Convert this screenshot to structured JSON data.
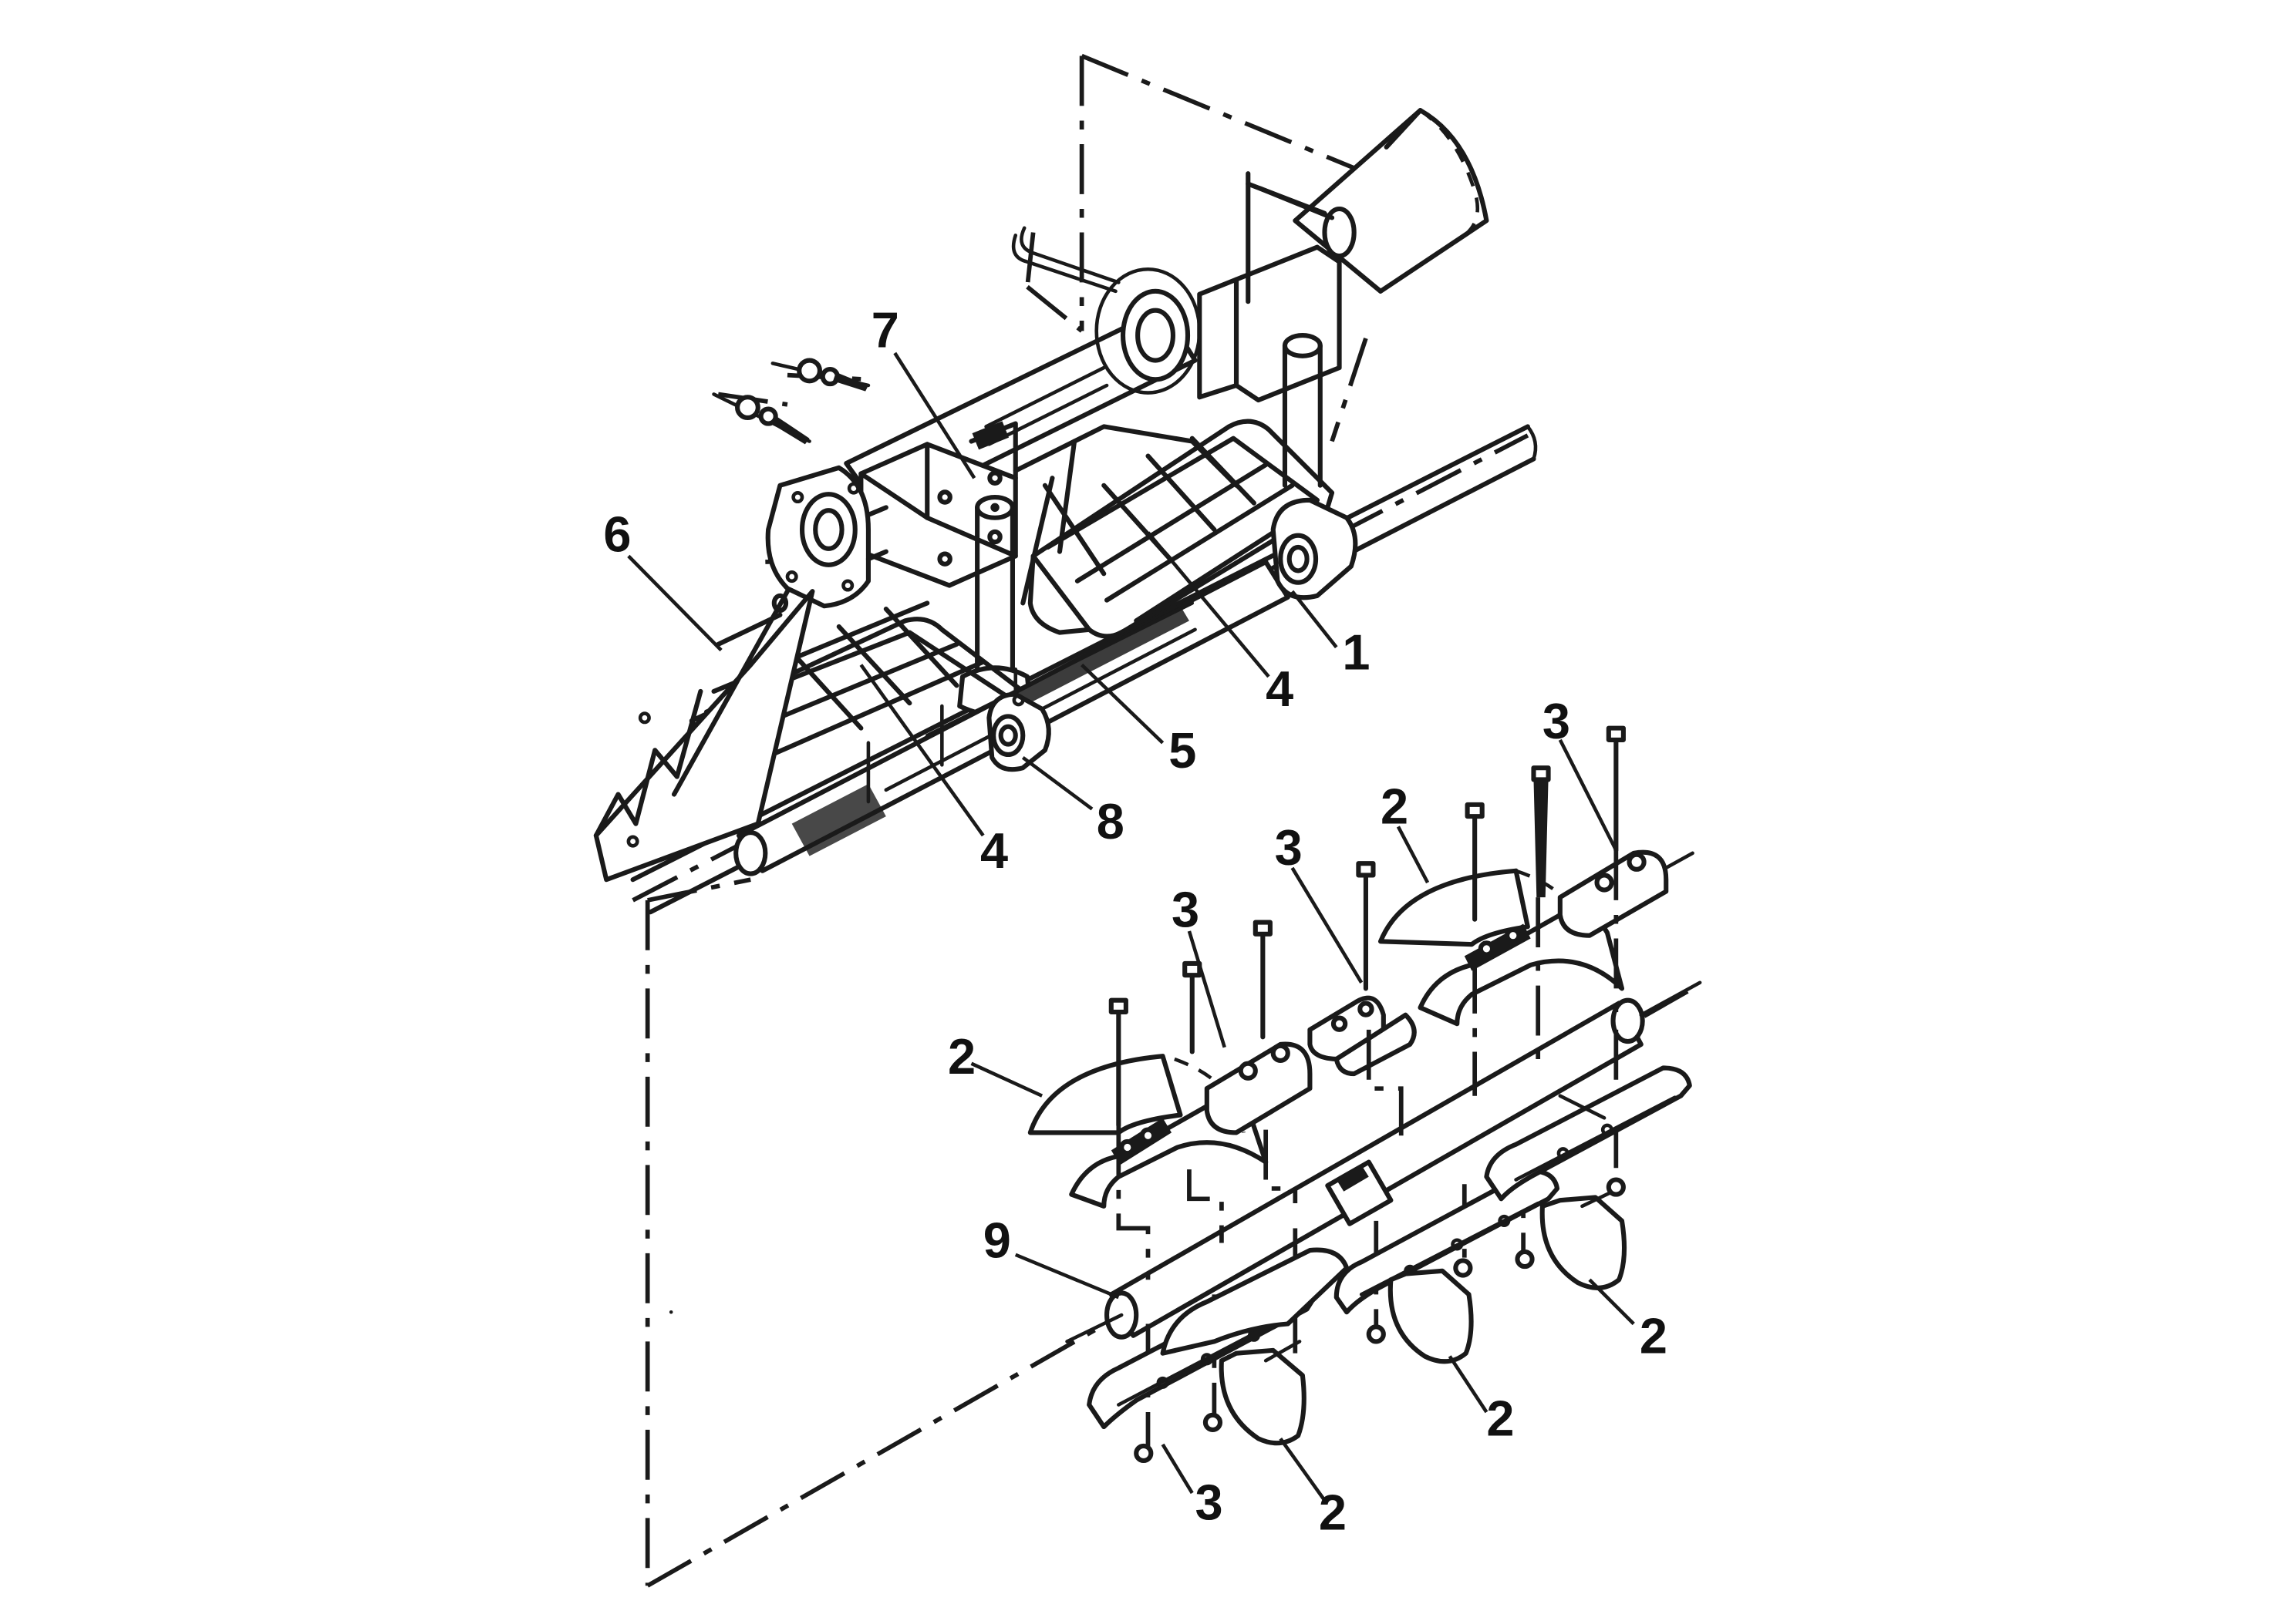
{
  "callouts": [
    {
      "text": "1"
    },
    {
      "text": "2"
    },
    {
      "text": "3"
    },
    {
      "text": "4"
    },
    {
      "text": "5"
    },
    {
      "text": "6"
    },
    {
      "text": "7"
    },
    {
      "text": "8"
    },
    {
      "text": "9"
    }
  ]
}
